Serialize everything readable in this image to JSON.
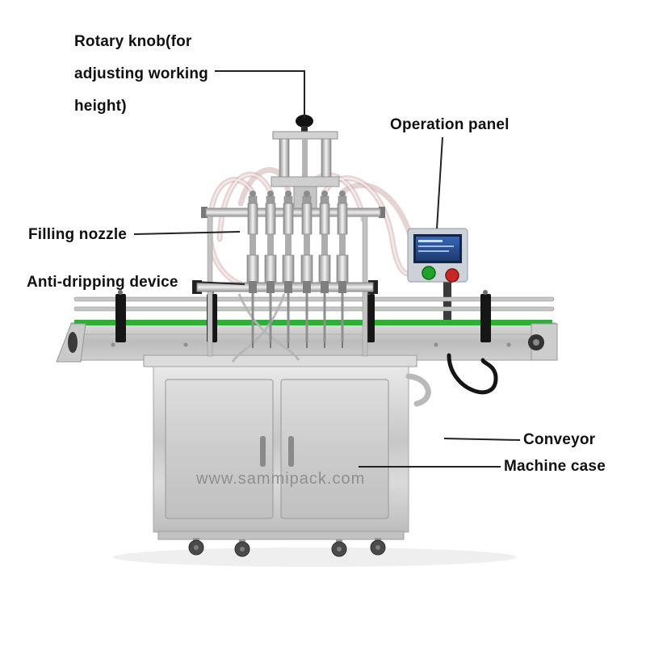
{
  "annotations": {
    "rotary_knob": "Rotary knob(for adjusting working height)",
    "operation_panel": "Operation panel",
    "filling_nozzle": "Filling nozzle",
    "anti_dripping": "Anti-dripping device",
    "conveyor": "Conveyor",
    "machine_case": "Machine case"
  },
  "watermark": "www.sammipack.com",
  "colors": {
    "label_text": "#111111",
    "leader_line": "#222222",
    "conveyor_belt_green": "#2fae3a",
    "start_button_green": "#1fa32a",
    "stop_button_red": "#c62828",
    "panel_screen_blue": "#2f5ca8",
    "stainless_steel": "#cfcfcf"
  }
}
